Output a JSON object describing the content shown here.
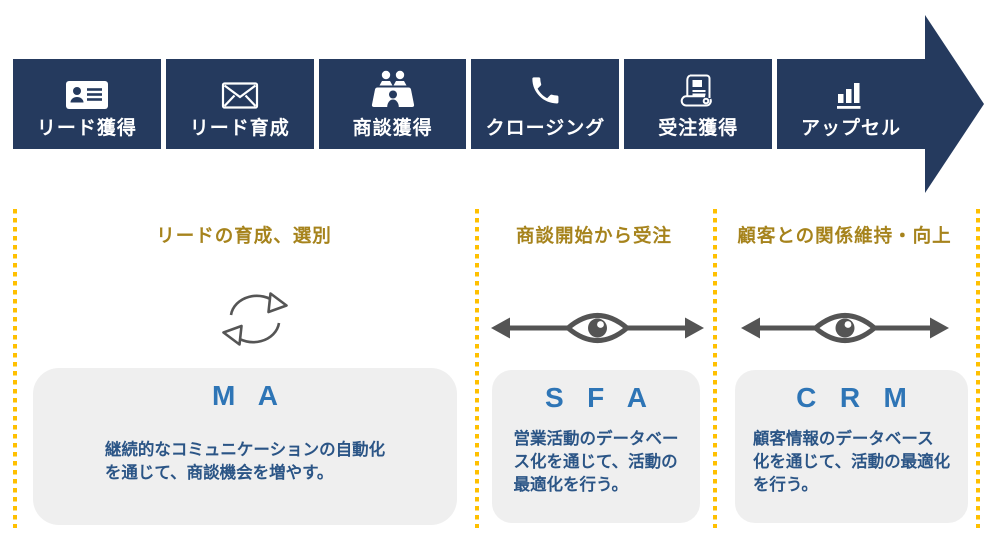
{
  "funnel": {
    "stages": [
      {
        "label": "リード獲得",
        "icon": "contact-card-icon"
      },
      {
        "label": "リード育成",
        "icon": "envelope-icon"
      },
      {
        "label": "商談獲得",
        "icon": "meeting-handshake-icon"
      },
      {
        "label": "クロージング",
        "icon": "phone-icon"
      },
      {
        "label": "受注獲得",
        "icon": "scroll-icon"
      },
      {
        "label": "アップセル",
        "icon": "bar-chart-icon"
      }
    ]
  },
  "sections": [
    {
      "title": "リードの育成、選別",
      "icon": "cycle-arrows-icon",
      "tool": "M A",
      "description": "継続的なコミュニケーションの自動化\nを通じて、商談機会を増やす。"
    },
    {
      "title": "商談開始から受注",
      "icon": "eye-span-icon",
      "tool": "S F A",
      "description": "営業活動のデータベー\nス化を通じて、活動の\n最適化を行う。"
    },
    {
      "title": "顧客との関係維持・向上",
      "icon": "eye-span-icon",
      "tool": "C R M",
      "description": "顧客情報のデータベース\n化を通じて、活動の最適化\nを行う。"
    }
  ],
  "colors": {
    "navy": "#253A5E",
    "gold_dots": "#FFC000",
    "gold_title": "#A6831C",
    "tool_blue": "#2E75B6",
    "desc_blue": "#2B5586",
    "card_bg": "#EFEFEF",
    "icon_gray": "#545454"
  }
}
